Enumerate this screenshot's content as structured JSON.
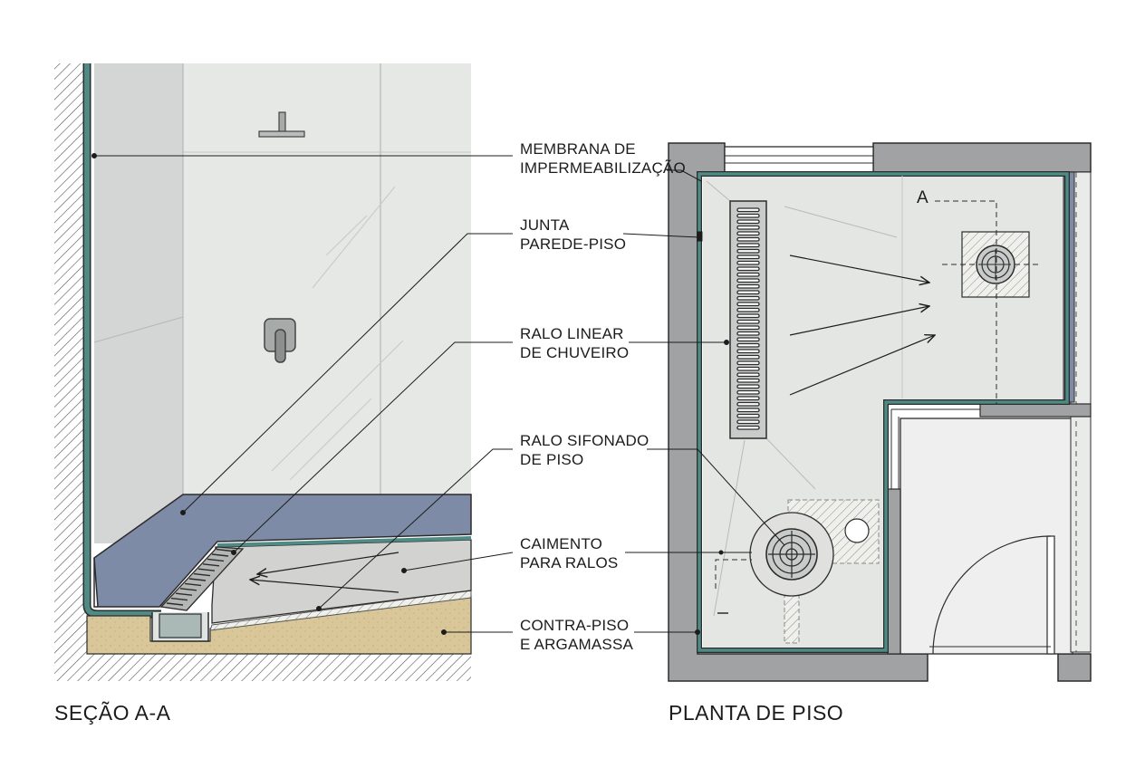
{
  "titles": {
    "section": "SEÇÃO A-A",
    "plan": "PLANTA DE PISO",
    "section_marker": "A"
  },
  "labels": [
    {
      "key": "membrane",
      "line1": "MEMBRANA DE",
      "line2": "IMPERMEABILIZAÇÃO"
    },
    {
      "key": "joint",
      "line1": "JUNTA",
      "line2": "PAREDE-PISO"
    },
    {
      "key": "linear_drain",
      "line1": "RALO LINEAR",
      "line2": "DE CHUVEIRO"
    },
    {
      "key": "floor_drain",
      "line1": "RALO SIFONADO",
      "line2": "DE PISO"
    },
    {
      "key": "slope",
      "line1": "CAIMENTO",
      "line2": "PARA RALOS"
    },
    {
      "key": "subfloor",
      "line1": "CONTRA-PISO",
      "line2": "E ARGAMASSA"
    }
  ],
  "colors": {
    "membrane": "#4f8a84",
    "skirting": "#7e8ba6",
    "screed": "#d9c79a",
    "wall_tile": "#e6e8e6",
    "plan_wall": "#a0a2a3",
    "ink": "#1c1c1c"
  }
}
